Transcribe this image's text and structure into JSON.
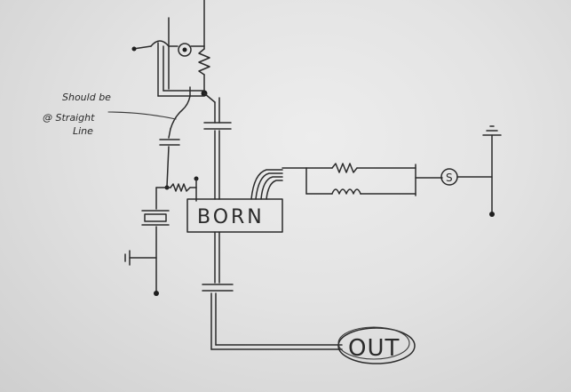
{
  "diagram": {
    "center_block_label": "BORN",
    "output_label": "OUT",
    "source_label": "S",
    "annotation": {
      "line1": "Should be",
      "line2": "@ Straight",
      "line3": "Line"
    }
  },
  "colors": {
    "ink": "#2b2b2b",
    "paper": "#e3e3e3"
  }
}
